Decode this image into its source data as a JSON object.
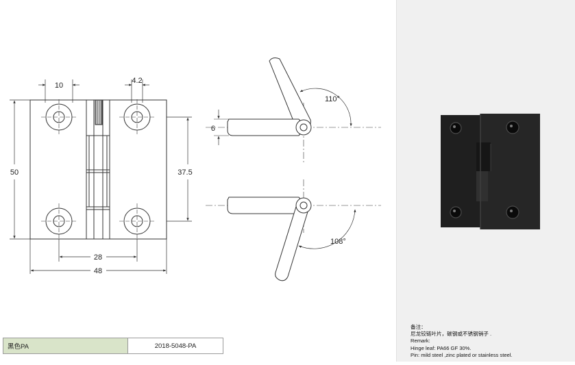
{
  "dimensions": {
    "width_10": "10",
    "offset_4_2": "4.2",
    "height_50": "50",
    "pitch_37_5": "37.5",
    "pitch_28": "28",
    "width_48": "48",
    "thickness_6": "6",
    "angle_110": "110°",
    "angle_108": "108°"
  },
  "remark": {
    "cn_title": "备注：",
    "cn_text": "尼龙铰链叶片，碳钢或不锈钢销子 .",
    "en_title": "Remark:",
    "hinge_leaf": "Hinge leaf: PA66 GF 30%.",
    "pin": "Pin: mild steel ,zinc plated or stainless steel."
  },
  "order_table": {
    "color": "黑色PA",
    "part_number": "2018-5048-PA"
  },
  "colors": {
    "line": "#333333",
    "photo_panel_bg": "#f0f0f0",
    "table_highlight": "#d9e4c9",
    "hinge_body": "#1f1f1f"
  }
}
